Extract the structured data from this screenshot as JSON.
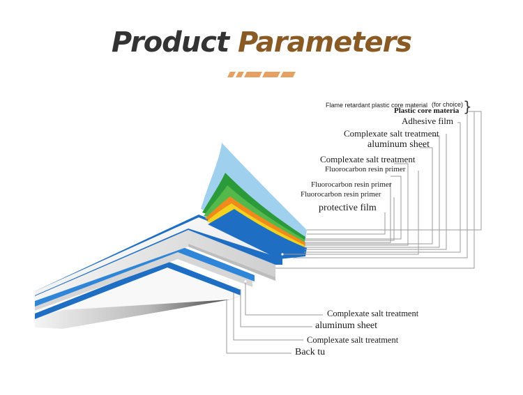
{
  "title": {
    "word1": "Product",
    "word2": "Parameters"
  },
  "colors": {
    "title_dark": "#333333",
    "title_brown": "#8a5a24",
    "accent": "#e8a060",
    "blue": "#1e6fc4",
    "green": "#2b9a3a",
    "orange": "#f08a1c",
    "yellow": "#f2d21e",
    "light_blue": "#9fd1ee"
  },
  "labels_top": {
    "flame": "Flame retardant plastic core material",
    "for_choice": "(for choice)",
    "plastic_core": "Plastic core materia",
    "adhesive": "Adhesive film",
    "complexate1": "Complexate salt treatment",
    "aluminum": "aluminum sheet",
    "complexate2": "Complexate salt treatment",
    "fluoro1": "Fluorocarbon resin primer",
    "fluoro2": "Fluorocarbon resin primer",
    "fluoro3": "Fluorocarbon resin primer",
    "protective": "protective film"
  },
  "labels_bottom": {
    "complexate3": "Complexate salt treatment",
    "aluminum2": "aluminum sheet",
    "complexate4": "Complexate salt treatment",
    "back": "Back tu"
  }
}
